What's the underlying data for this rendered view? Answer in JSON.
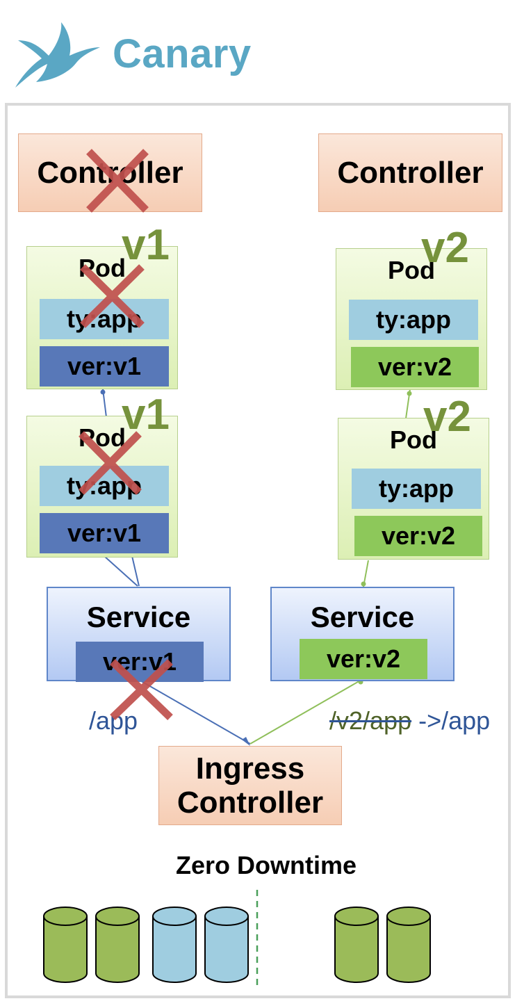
{
  "header": {
    "title": "Canary",
    "logo_icon": "hummingbird-icon"
  },
  "left": {
    "controller_label": "Controller",
    "version_mark": "v1",
    "pods": [
      {
        "label": "Pod",
        "type_tag": "ty:app",
        "version_tag": "ver:v1"
      },
      {
        "label": "Pod",
        "type_tag": "ty:app",
        "version_tag": "ver:v1"
      }
    ],
    "service": {
      "label": "Service",
      "selector": "ver:v1"
    },
    "route": "/app"
  },
  "right": {
    "controller_label": "Controller",
    "version_mark": "v2",
    "pods": [
      {
        "label": "Pod",
        "type_tag": "ty:app",
        "version_tag": "ver:v2"
      },
      {
        "label": "Pod",
        "type_tag": "ty:app",
        "version_tag": "ver:v2"
      }
    ],
    "service": {
      "label": "Service",
      "selector": "ver:v2"
    },
    "route_old": "/v2/app",
    "route_new": " ->/app"
  },
  "ingress": {
    "line1": "Ingress",
    "line2": "Controller"
  },
  "caption": "Zero Downtime",
  "legend": {
    "left_cylinders": [
      "green",
      "green",
      "blue",
      "blue"
    ],
    "right_cylinders": [
      "green",
      "green"
    ]
  },
  "colors": {
    "brand": "#5aa7c4",
    "removed_mark": "#c0504d",
    "v1": "#5878b8",
    "v2": "#8dc85a",
    "type_tag": "#9fcde0",
    "version_mark": "#76923c",
    "cylinder_green": "#9bbb59",
    "cylinder_blue": "#9fcde0"
  }
}
